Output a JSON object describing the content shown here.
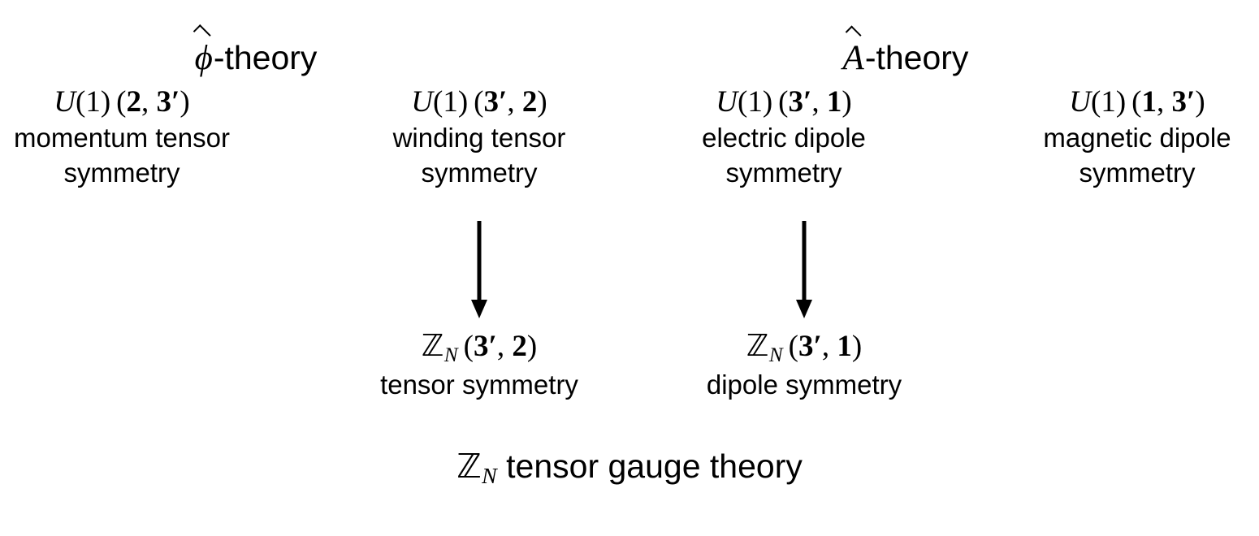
{
  "figure": {
    "background_color": "#ffffff",
    "ink_color": "#000000"
  },
  "theories": [
    {
      "id": "phi-hat",
      "symbol": "ϕ",
      "suffix": "-theory"
    },
    {
      "id": "A-hat",
      "symbol": "A",
      "suffix": "-theory"
    }
  ],
  "top_row": [
    {
      "id": "momentum-tensor",
      "group": "U(1)",
      "group_name": "U",
      "group_arg": "(1)",
      "rep_left": "2",
      "rep_left_prime": "",
      "rep_right": "3",
      "rep_right_prime": "′",
      "caption_line_1": "momentum tensor",
      "caption_line_2": "symmetry"
    },
    {
      "id": "winding-tensor",
      "group": "U(1)",
      "group_name": "U",
      "group_arg": "(1)",
      "rep_left": "3",
      "rep_left_prime": "′",
      "rep_right": "2",
      "rep_right_prime": "",
      "caption_line_1": "winding tensor",
      "caption_line_2": "symmetry"
    },
    {
      "id": "electric-dipole",
      "group": "U(1)",
      "group_name": "U",
      "group_arg": "(1)",
      "rep_left": "3",
      "rep_left_prime": "′",
      "rep_right": "1",
      "rep_right_prime": "",
      "caption_line_1": "electric dipole",
      "caption_line_2": "symmetry"
    },
    {
      "id": "magnetic-dipole",
      "group": "U(1)",
      "group_name": "U",
      "group_arg": "(1)",
      "rep_left": "1",
      "rep_left_prime": "",
      "rep_right": "3",
      "rep_right_prime": "′",
      "caption_line_1": "magnetic dipole",
      "caption_line_2": "symmetry"
    }
  ],
  "middle_row": [
    {
      "id": "zn-tensor-symmetry",
      "group_symbol": "ℤ",
      "group_subscript": "N",
      "rep_left": "3",
      "rep_left_prime": "′",
      "rep_right": "2",
      "rep_right_prime": "",
      "caption": "tensor symmetry"
    },
    {
      "id": "zn-dipole-symmetry",
      "group_symbol": "ℤ",
      "group_subscript": "N",
      "rep_left": "3",
      "rep_left_prime": "′",
      "rep_right": "1",
      "rep_right_prime": "",
      "caption": "dipole symmetry"
    }
  ],
  "arrows": [
    {
      "id": "arrow-winding-to-tensor",
      "direction": "down"
    },
    {
      "id": "arrow-electric-to-dipole",
      "direction": "down"
    }
  ],
  "summary": {
    "group_symbol": "ℤ",
    "group_subscript": "N",
    "text": " tensor gauge theory"
  },
  "punctuation": {
    "open_paren": "(",
    "close_paren": ")",
    "comma_space": ", "
  }
}
